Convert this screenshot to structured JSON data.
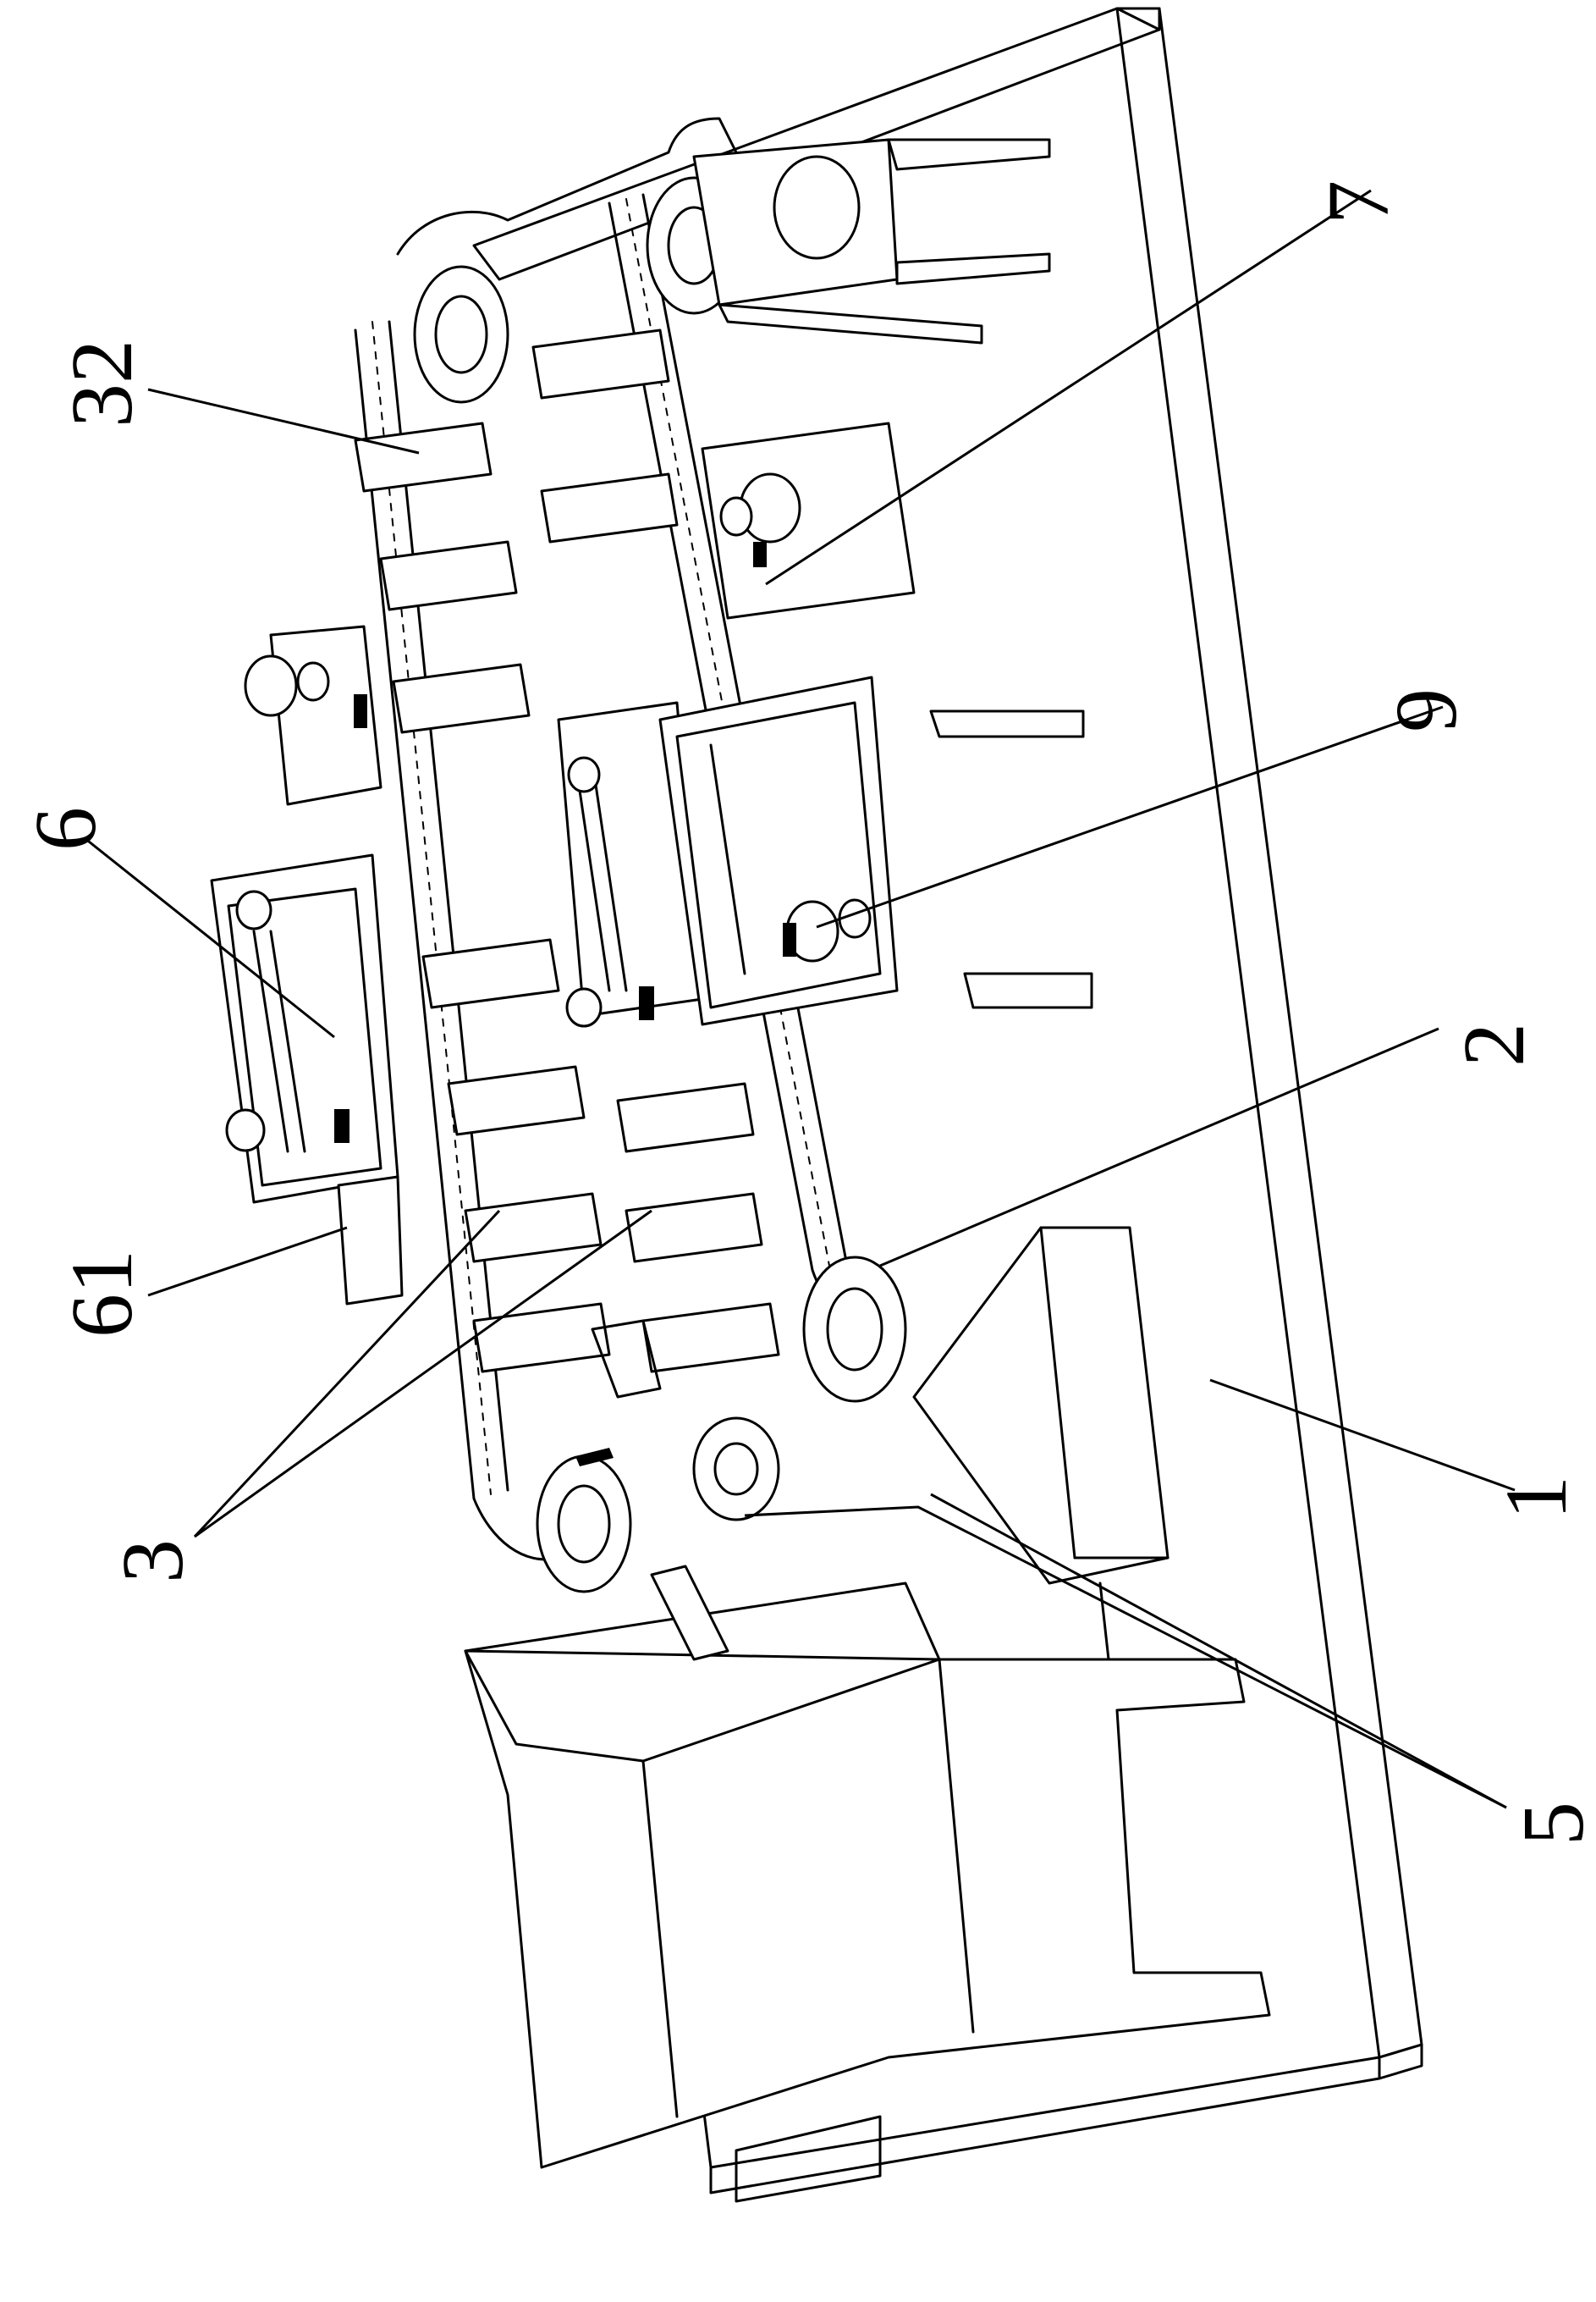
{
  "figure": {
    "labels": [
      {
        "id": "label-32",
        "text": "32"
      },
      {
        "id": "label-7",
        "text": "7"
      },
      {
        "id": "label-6",
        "text": "6"
      },
      {
        "id": "label-9",
        "text": "9"
      },
      {
        "id": "label-2",
        "text": "2"
      },
      {
        "id": "label-61",
        "text": "61"
      },
      {
        "id": "label-3",
        "text": "3"
      },
      {
        "id": "label-1",
        "text": "1"
      },
      {
        "id": "label-5",
        "text": "5"
      }
    ]
  }
}
